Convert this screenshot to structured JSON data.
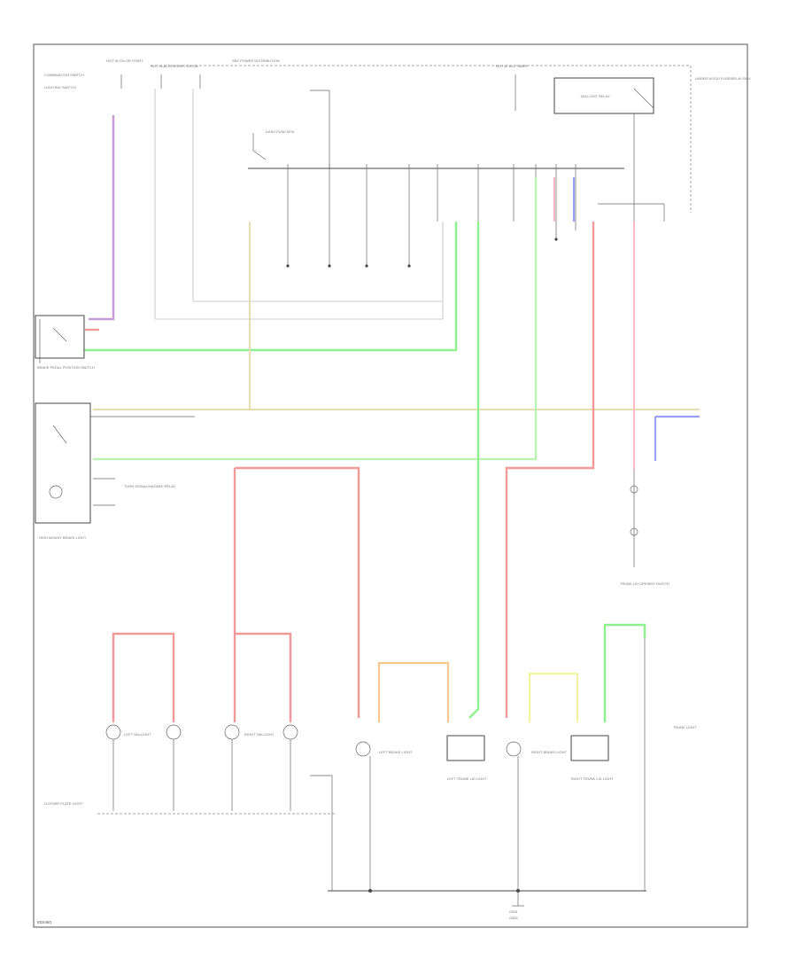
{
  "diagram": {
    "footer_code": "EE6460",
    "labels": [
      "HOT IN ON OR START",
      "HOT IN ACCESSORY OR ON",
      "HOT AT ALL TIMES",
      "SEE POWER DISTRIBUTION",
      "DASH FUSE BOX",
      "UNDER-HOOD FUSE/RELAY BOX",
      "TAILLIGHT RELAY",
      "COMBINATION SWITCH",
      "LIGHTING SWITCH",
      "BRAKE PEDAL POSITION SWITCH",
      "TURN SIGNAL/HAZARD RELAY",
      "HIGH MOUNT BRAKE LIGHT",
      "LEFT TAILLIGHT",
      "RIGHT TAILLIGHT",
      "LEFT BRAKE LIGHT",
      "RIGHT BRAKE LIGHT",
      "LICENSE PLATE LIGHT",
      "TRUNK LIGHT",
      "TRUNK LID OPENER SWITCH",
      "LEFT TRUNK LID LIGHT",
      "RIGHT TRUNK LID LIGHT",
      "G551",
      "G552"
    ]
  },
  "colors": {
    "violet": "#c49bd6",
    "red": "#f29a9a",
    "green": "#8ef08e",
    "light_green": "#b9f4b0",
    "blue": "#9aa0f5",
    "yellow": "#f2f2a0",
    "orange": "#f8c78e",
    "tan": "#e8dcb0"
  }
}
